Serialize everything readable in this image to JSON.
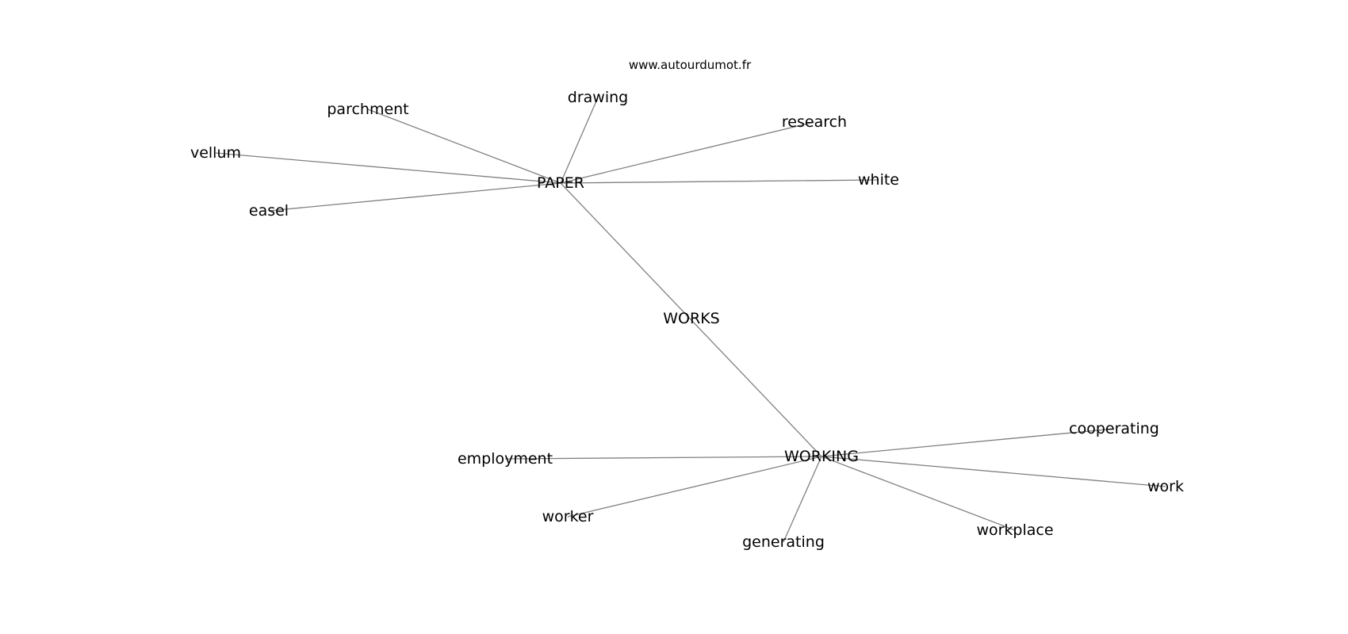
{
  "watermark": "www.autourdumot.fr",
  "colors": {
    "edge": "#808080",
    "text": "#000000",
    "background": "#ffffff"
  },
  "graph": {
    "nodes": [
      {
        "id": "paper",
        "label": "PAPER"
      },
      {
        "id": "works",
        "label": "WORKS"
      },
      {
        "id": "working",
        "label": "WORKING"
      },
      {
        "id": "parchment",
        "label": "parchment"
      },
      {
        "id": "drawing",
        "label": "drawing"
      },
      {
        "id": "research",
        "label": "research"
      },
      {
        "id": "vellum",
        "label": "vellum"
      },
      {
        "id": "white",
        "label": "white"
      },
      {
        "id": "easel",
        "label": "easel"
      },
      {
        "id": "cooperating",
        "label": "cooperating"
      },
      {
        "id": "employment",
        "label": "employment"
      },
      {
        "id": "work",
        "label": "work"
      },
      {
        "id": "worker",
        "label": "worker"
      },
      {
        "id": "workplace",
        "label": "workplace"
      },
      {
        "id": "generating",
        "label": "generating"
      }
    ],
    "edges": [
      [
        "paper",
        "parchment"
      ],
      [
        "paper",
        "drawing"
      ],
      [
        "paper",
        "research"
      ],
      [
        "paper",
        "vellum"
      ],
      [
        "paper",
        "white"
      ],
      [
        "paper",
        "easel"
      ],
      [
        "paper",
        "working"
      ],
      [
        "working",
        "cooperating"
      ],
      [
        "working",
        "employment"
      ],
      [
        "working",
        "work"
      ],
      [
        "working",
        "worker"
      ],
      [
        "working",
        "workplace"
      ],
      [
        "working",
        "generating"
      ]
    ]
  }
}
